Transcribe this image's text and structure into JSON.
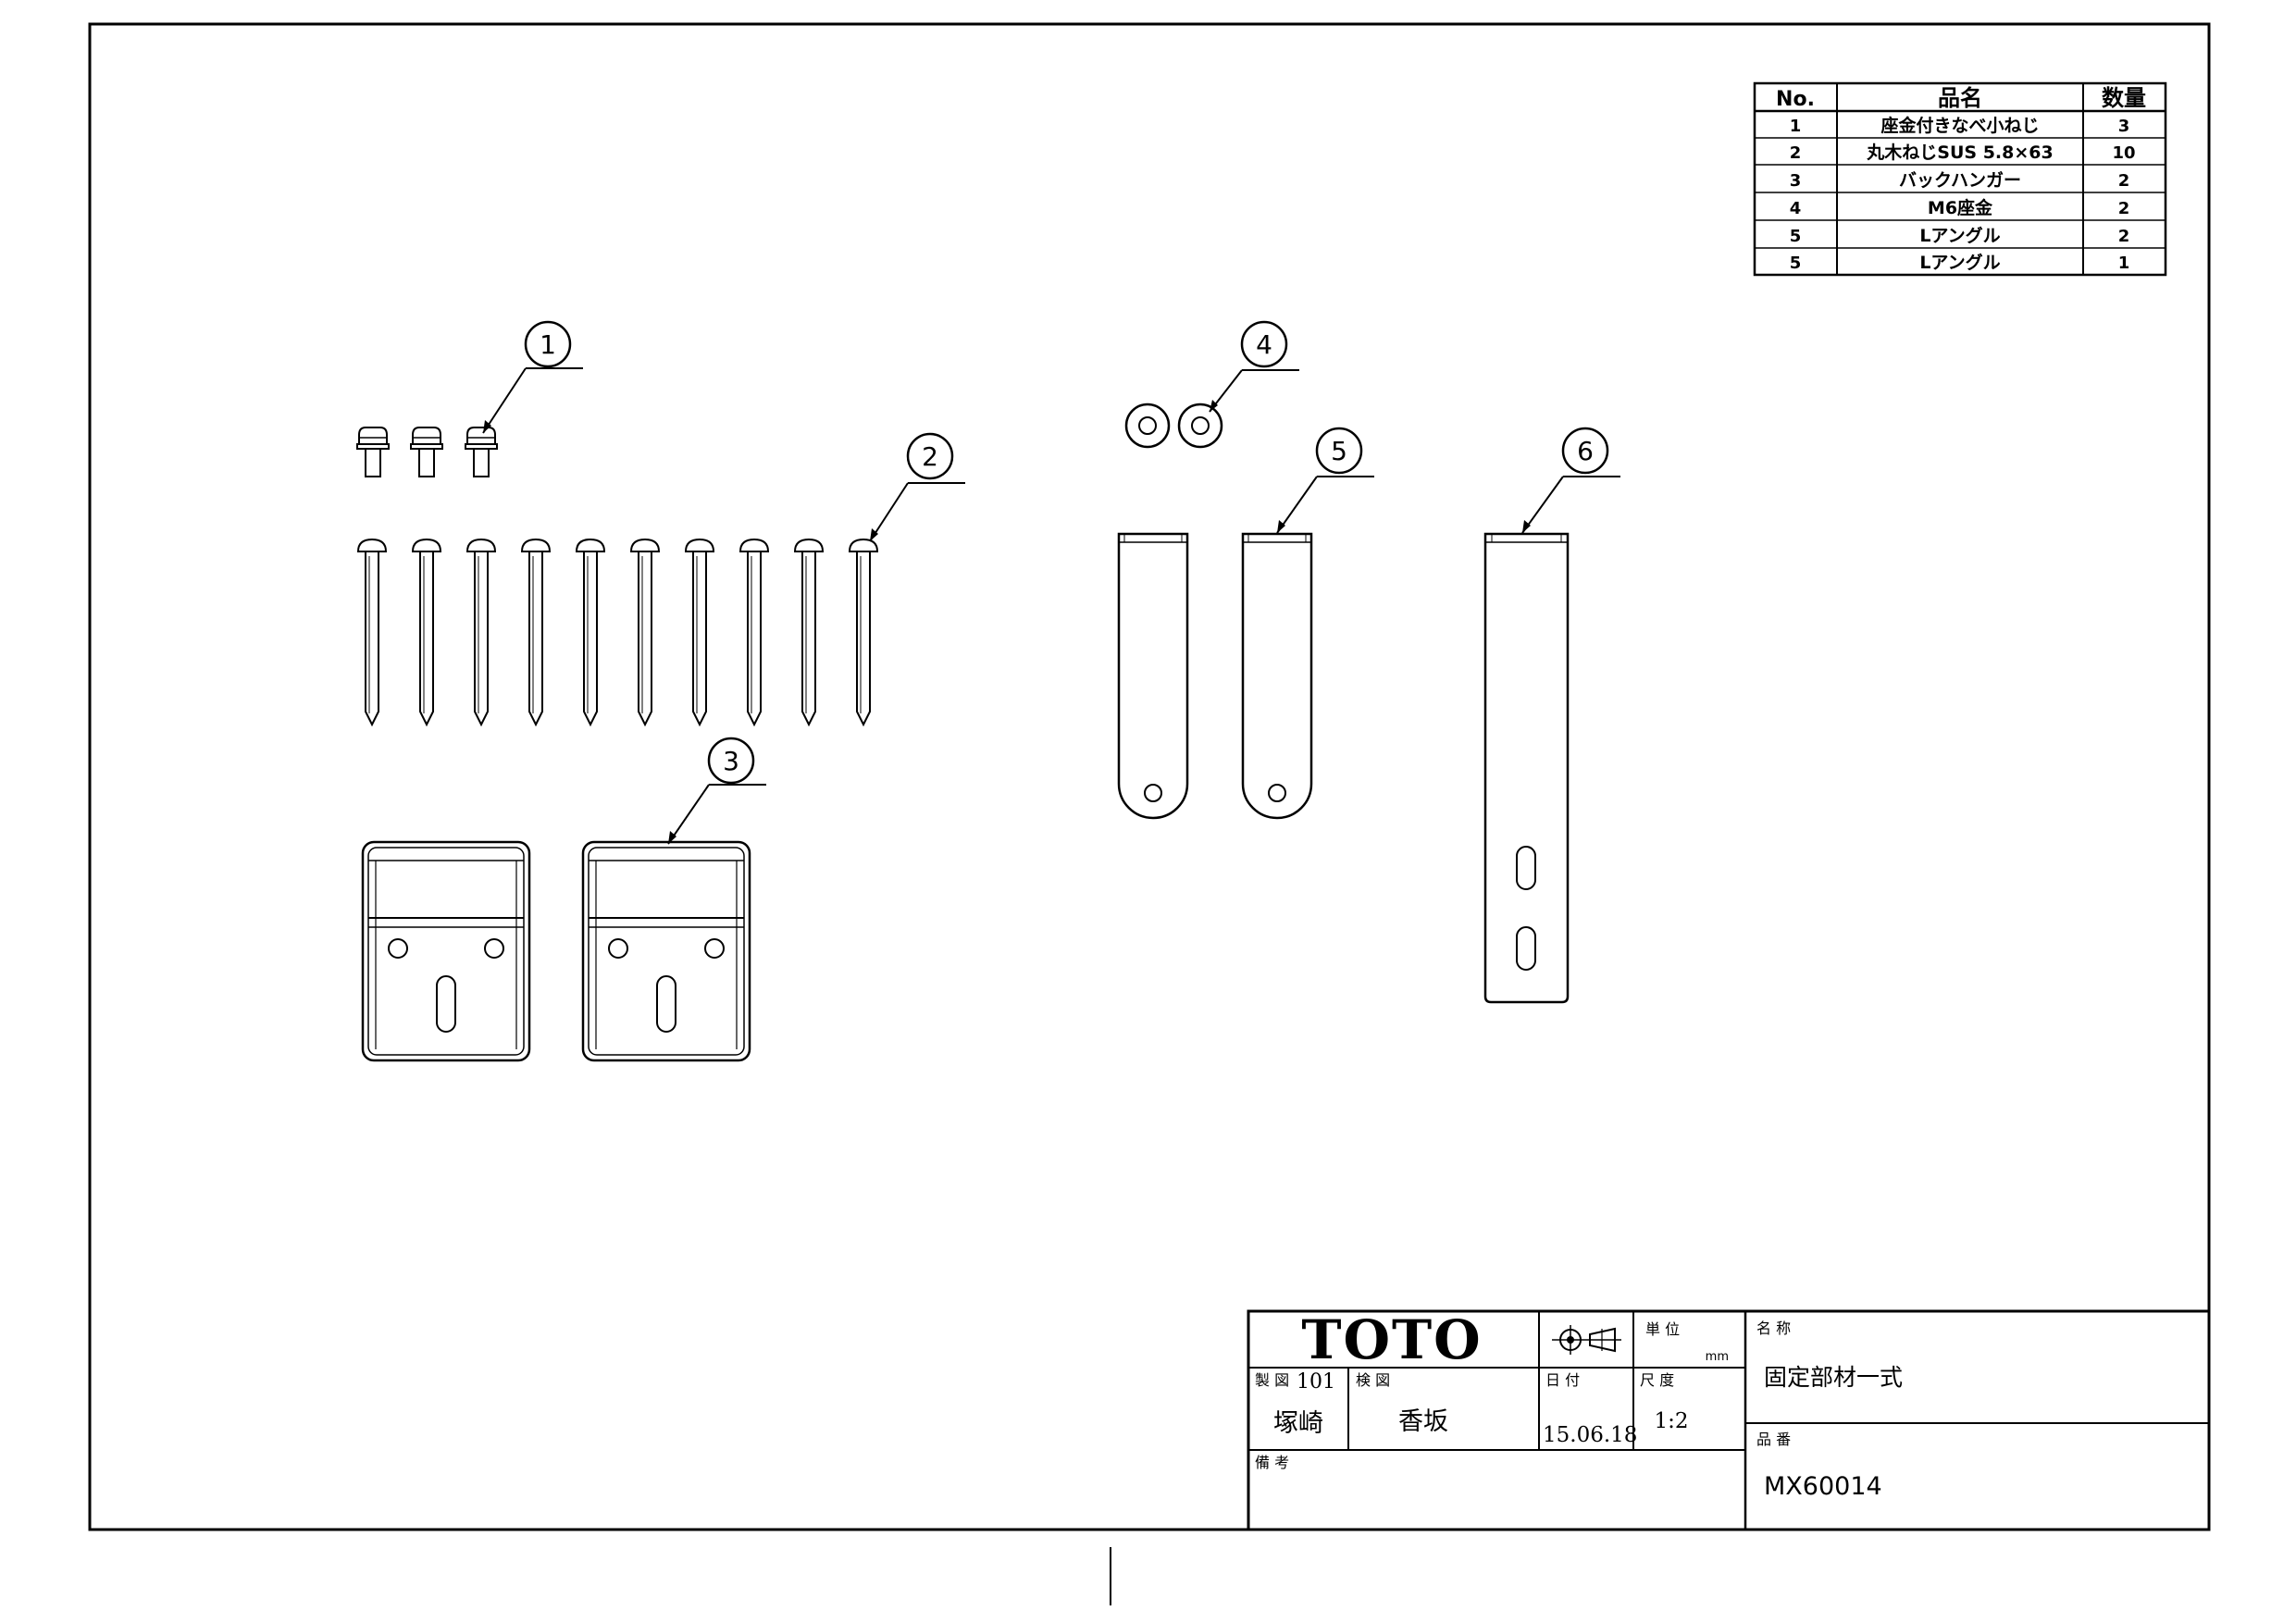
{
  "parts_table": {
    "headers": {
      "no": "No.",
      "name": "品名",
      "qty": "数量"
    },
    "rows": [
      {
        "no": "1",
        "name": "座金付きなべ小ねじ",
        "qty": "3"
      },
      {
        "no": "2",
        "name": "丸木ねじSUS 5.8×63",
        "qty": "10"
      },
      {
        "no": "3",
        "name": "バックハンガー",
        "qty": "2"
      },
      {
        "no": "4",
        "name": "M6座金",
        "qty": "2"
      },
      {
        "no": "5",
        "name": "Lアングル",
        "qty": "2"
      },
      {
        "no": "5",
        "name": "Lアングル",
        "qty": "1"
      }
    ]
  },
  "callouts": [
    "1",
    "2",
    "3",
    "4",
    "5",
    "6"
  ],
  "title_block": {
    "logo": "TOTO",
    "unit_label": "単 位",
    "unit_value": "mm",
    "name_label": "名 称",
    "name_value": "固定部材一式",
    "drawn_label": "製 図",
    "drawn_code": "101",
    "drawn_by": "塚崎",
    "checked_label": "検 図",
    "checked_by": "香坂",
    "date_label": "日 付",
    "date_value": "15.06.18",
    "scale_label": "尺 度",
    "scale_value": "1:2",
    "part_no_label": "品 番",
    "part_no_value": "MX60014",
    "remarks_label": "備 考"
  }
}
